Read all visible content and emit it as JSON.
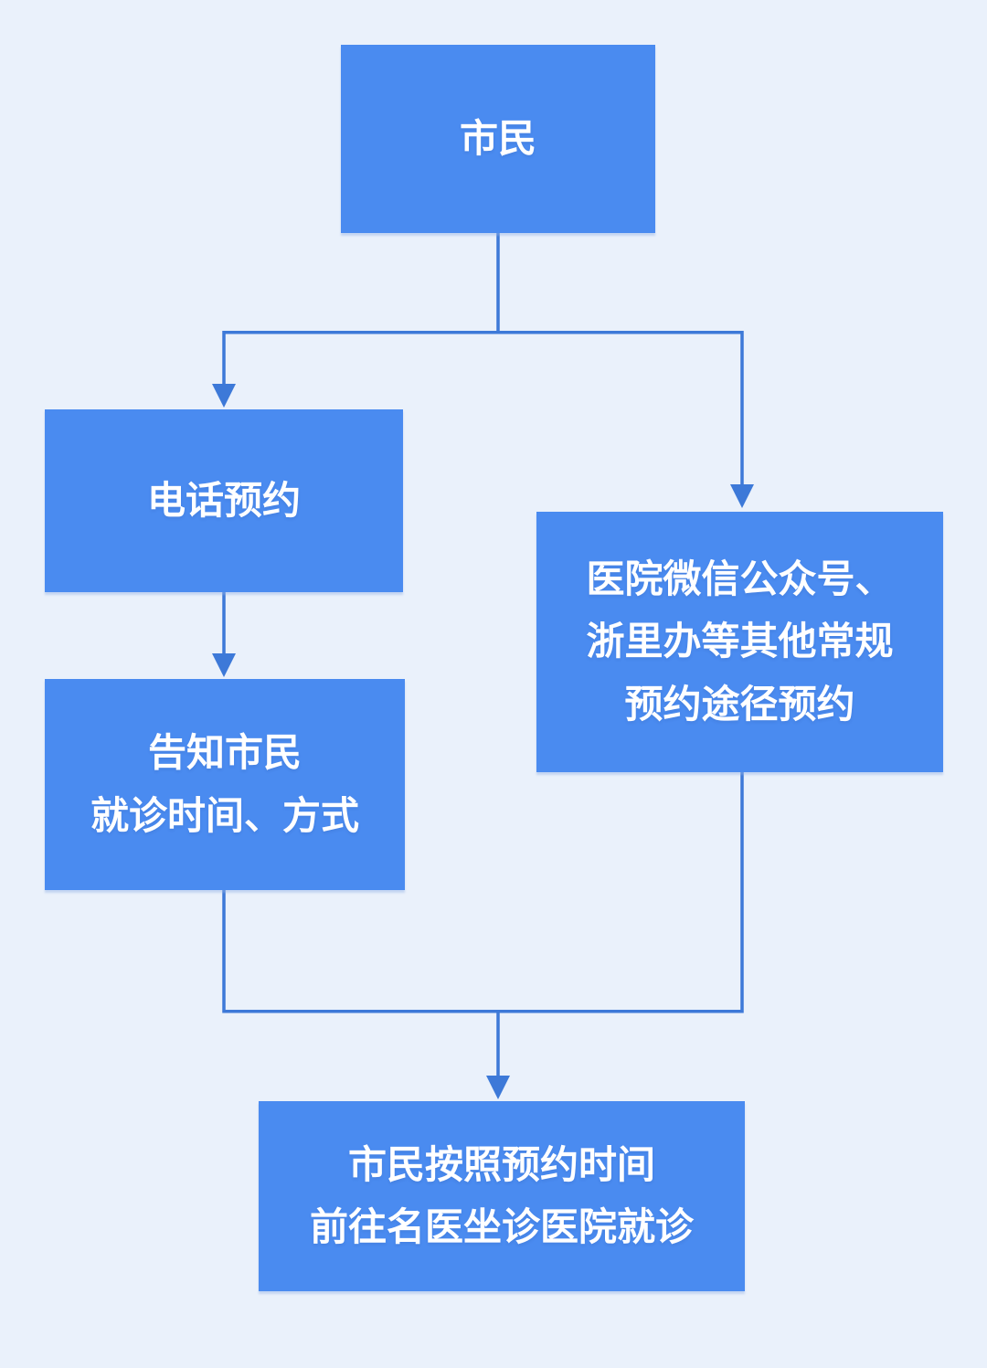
{
  "page": {
    "background_color": "#eaf1fb"
  },
  "flowchart": {
    "node_fill_color": "#4a8bf0",
    "text_color": "#ffffff",
    "connector_color": "#3d79d8",
    "nodes": {
      "citizen": {
        "lines": [
          "市民"
        ]
      },
      "phone_booking": {
        "lines": [
          "电话预约"
        ]
      },
      "other_channels": {
        "lines": [
          "医院微信公众号、",
          "浙里办等其他常规",
          "预约途径预约"
        ]
      },
      "inform_citizen": {
        "lines": [
          "告知市民",
          "就诊时间、方式"
        ]
      },
      "attend_visit": {
        "lines": [
          "市民按照预约时间",
          "前往名医坐诊医院就诊"
        ]
      }
    }
  }
}
